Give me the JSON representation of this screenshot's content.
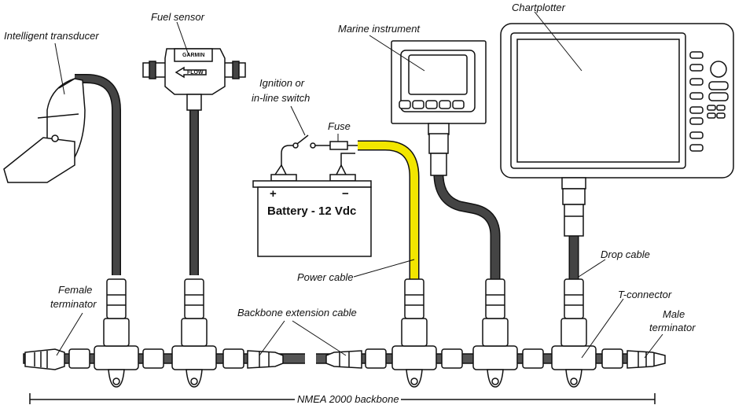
{
  "labels": {
    "intelligent_transducer": "Intelligent transducer",
    "fuel_sensor": "Fuel sensor",
    "marine_instrument": "Marine instrument",
    "chartplotter": "Chartplotter",
    "ignition_line1": "Ignition or",
    "ignition_line2": "in-line switch",
    "fuse": "Fuse",
    "battery": "Battery - 12 Vdc",
    "battery_plus": "+",
    "battery_minus": "−",
    "power_cable": "Power cable",
    "drop_cable": "Drop cable",
    "t_connector": "T-connector",
    "female_terminator_line1": "Female",
    "female_terminator_line2": "terminator",
    "male_terminator_line1": "Male",
    "male_terminator_line2": "terminator",
    "backbone_extension": "Backbone extension cable",
    "nmea_backbone": "NMEA 2000 backbone",
    "sensor_brand": "GARMIN",
    "sensor_flow": "FLOW"
  },
  "colors": {
    "line": "#111111",
    "power_cable": "#f2e600",
    "drop_cable": "#444444",
    "screen": "#ffffff"
  }
}
